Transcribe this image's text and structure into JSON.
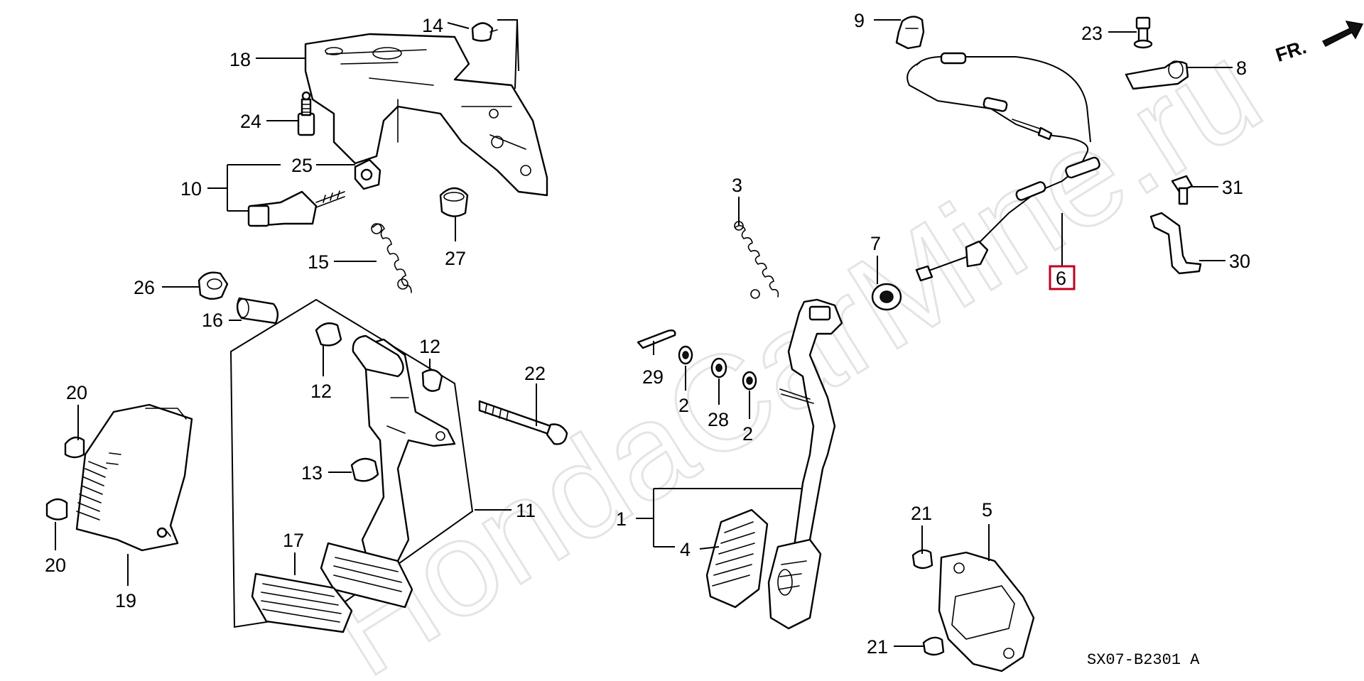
{
  "diagram": {
    "code": "SX07-B2301 A",
    "front_marker": "FR.",
    "watermark": "HondaCarMine.ru",
    "highlight_color": "#c00020",
    "callouts": {
      "c1": "1",
      "c2a": "2",
      "c2b": "2",
      "c3": "3",
      "c4": "4",
      "c5": "5",
      "c6": "6",
      "c7": "7",
      "c8": "8",
      "c9": "9",
      "c10": "10",
      "c11": "11",
      "c12a": "12",
      "c12b": "12",
      "c13": "13",
      "c14": "14",
      "c15": "15",
      "c16": "16",
      "c17": "17",
      "c18": "18",
      "c19": "19",
      "c20a": "20",
      "c20b": "20",
      "c21a": "21",
      "c21b": "21",
      "c22": "22",
      "c23": "23",
      "c24": "24",
      "c25": "25",
      "c26": "26",
      "c27": "27",
      "c28": "28",
      "c29": "29",
      "c30": "30",
      "c31": "31"
    }
  }
}
